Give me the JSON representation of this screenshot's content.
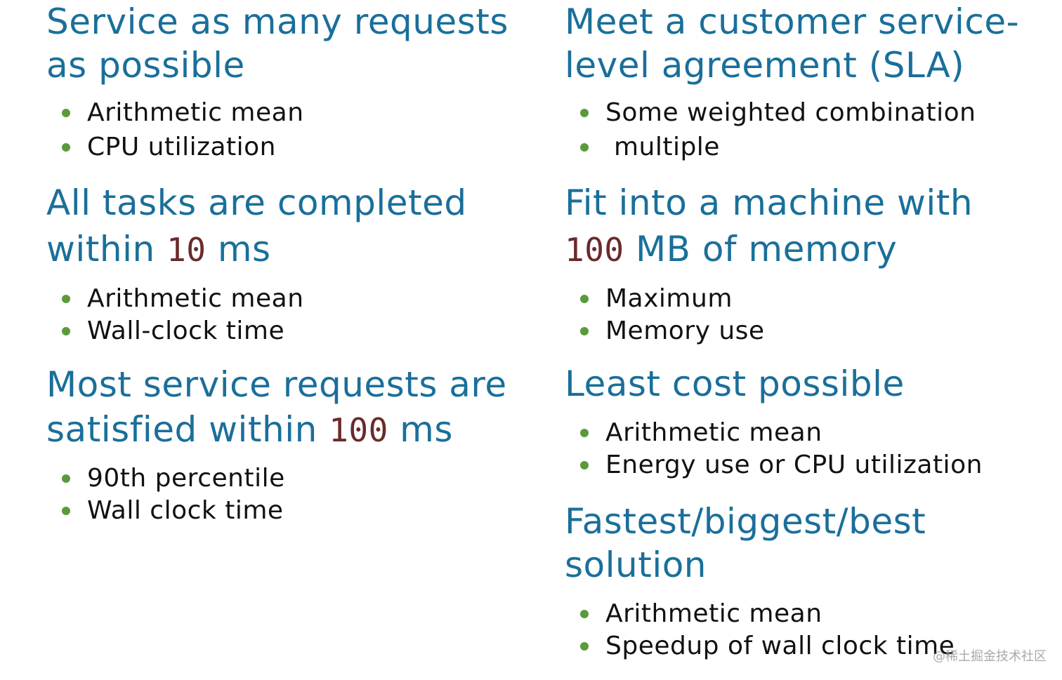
{
  "left": [
    {
      "heading_lines": [
        [
          "Service as many requests"
        ],
        [
          "as possible"
        ]
      ],
      "bullets": [
        "Arithmetic mean",
        "CPU utilization"
      ]
    },
    {
      "heading_lines": [
        [
          "All tasks are completed"
        ],
        [
          "within ",
          "10",
          " ms"
        ]
      ],
      "bullets": [
        "Arithmetic mean",
        "Wall-clock time"
      ]
    },
    {
      "heading_lines": [
        [
          "Most service requests are"
        ],
        [
          "satisfied within ",
          "100",
          " ms"
        ]
      ],
      "bullets": [
        "90th percentile",
        "Wall clock time"
      ]
    }
  ],
  "right": [
    {
      "heading_lines": [
        [
          "Meet a customer service-"
        ],
        [
          "level agreement (SLA)"
        ]
      ],
      "bullets": [
        "Some weighted combination",
        " multiple"
      ]
    },
    {
      "heading_lines": [
        [
          "Fit into a machine with"
        ],
        [
          "",
          "100",
          " MB of memory"
        ]
      ],
      "bullets": [
        "Maximum",
        "Memory use"
      ]
    },
    {
      "heading_lines": [
        [
          "Least cost possible"
        ]
      ],
      "bullets": [
        "Arithmetic mean",
        "Energy use or CPU utilization"
      ]
    },
    {
      "heading_lines": [
        [
          "Fastest/biggest/best"
        ],
        [
          "solution"
        ]
      ],
      "bullets": [
        "Arithmetic mean",
        "Speedup of wall clock time"
      ]
    }
  ],
  "watermark": "@稀土掘金技术社区"
}
